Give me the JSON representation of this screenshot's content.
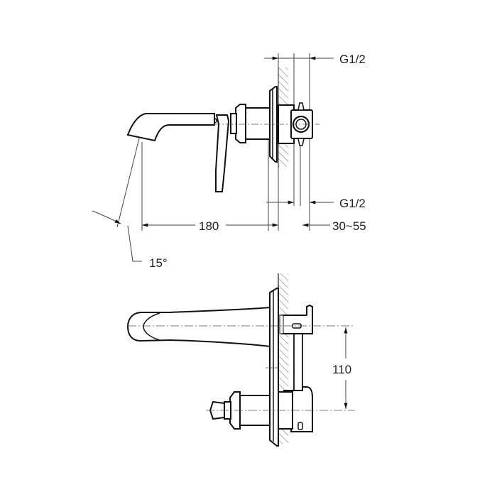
{
  "drawing": {
    "views": [
      {
        "name": "side-view",
        "description": "Side elevation of wall-mounted single-lever basin mixer"
      },
      {
        "name": "top-view",
        "description": "Plan view of wall-mounted single-lever basin mixer"
      }
    ],
    "colors": {
      "line": "#111111",
      "dim_line": "#444444",
      "hatch": "#666666",
      "background": "#ffffff"
    }
  },
  "dimensions": {
    "inlet_top": "G1/2",
    "inlet_bottom": "G1/2",
    "spout_projection": "180",
    "wall_depth": "30~55",
    "spout_angle": "15°",
    "spout_to_handle_spacing": "110"
  }
}
